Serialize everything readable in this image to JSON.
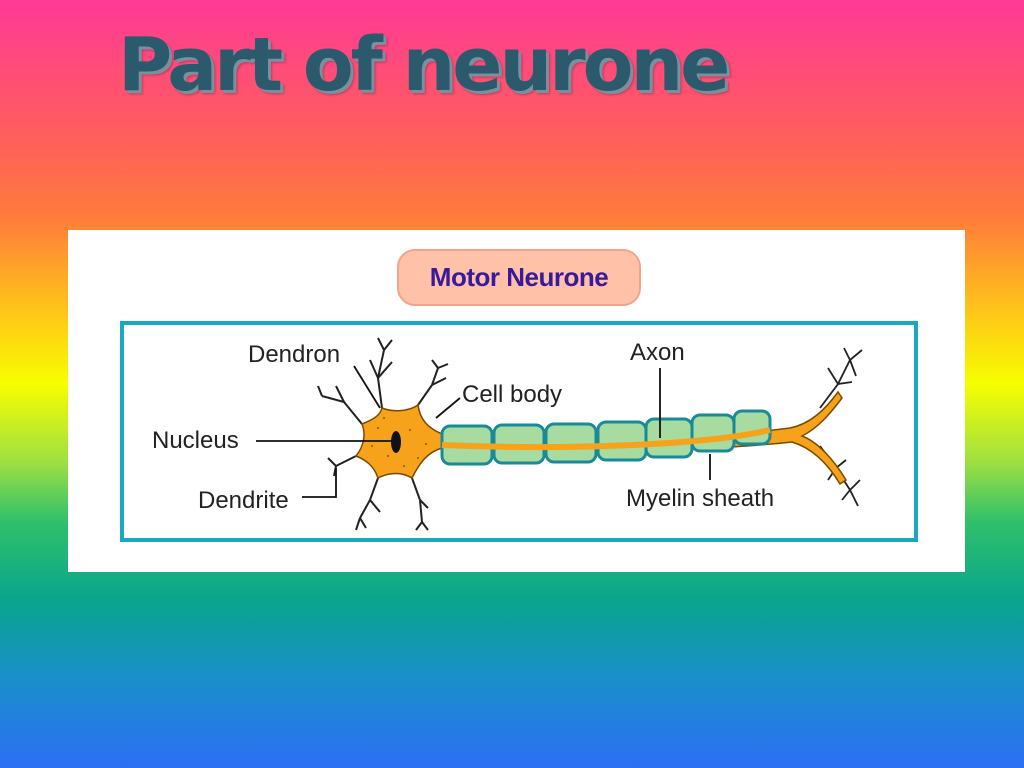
{
  "slide": {
    "title": "Part of neurone"
  },
  "diagram": {
    "heading": "Motor Neurone",
    "labels": {
      "dendron": "Dendron",
      "cell_body": "Cell body",
      "nucleus": "Nucleus",
      "dendrite": "Dendrite",
      "axon": "Axon",
      "myelin_sheath": "Myelin sheath"
    },
    "colors": {
      "cell_body": "#f7a21b",
      "myelin": "#a8dba0",
      "myelin_outline": "#1a8a9a",
      "frame": "#1aa7c0",
      "heading_text": "#3a1a9a",
      "heading_fill": "#ffc1a8"
    }
  }
}
